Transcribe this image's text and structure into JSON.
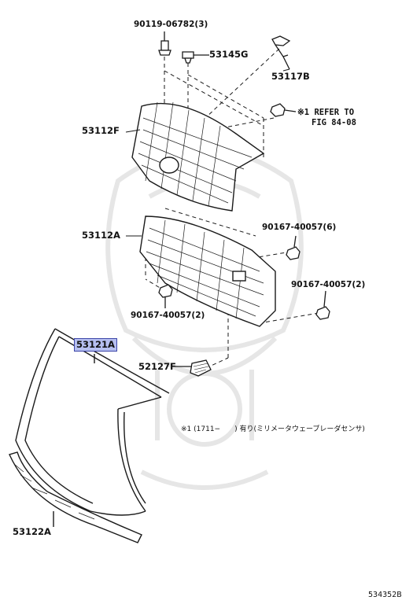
{
  "labels": {
    "bolt_90119": "90119-06782(3)",
    "clip_53145G": "53145G",
    "bracket_53117B": "53117B",
    "refer_line1": "※1 REFER TO",
    "refer_line2": "FIG 84-08",
    "grille_53112F": "53112F",
    "grille_53112A": "53112A",
    "nut_90167_a": "90167-40057(6)",
    "nut_90167_b": "90167-40057(2)",
    "nut_90167_c": "90167-40057(2)",
    "molding_53121A": "53121A",
    "cover_52127F": "52127F",
    "lower_53122A": "53122A",
    "footnote": "※1 (1711−　　) 有り(ミリメータウェーブレーダセンサ)",
    "diagram_id": "534352B"
  },
  "colors": {
    "line": "#1a1a1a",
    "highlight_fill": "#b6bff0",
    "highlight_border": "#3b45a8",
    "watermark": "#e8e8e8"
  }
}
